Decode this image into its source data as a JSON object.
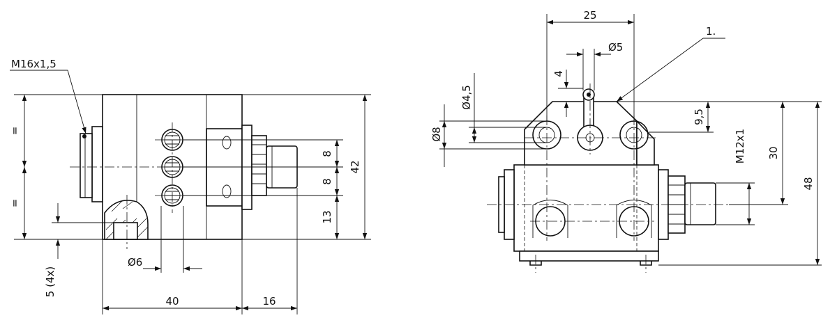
{
  "left_view": {
    "thread_label": "M16x1,5",
    "equal_top": "=",
    "equal_bottom": "=",
    "dim_hole_pitch_1": "8",
    "dim_hole_pitch_2": "8",
    "dim_hole_offset": "13",
    "dim_height": "42",
    "dim_mount_hole": "Ø6",
    "dim_step": "5 (4x)",
    "dim_body_width": "40",
    "dim_extension": "16"
  },
  "right_view": {
    "dim_top_width": "25",
    "callout_label": "1.",
    "dim_lever_diameter": "Ø5",
    "dim_lever_offset": "4",
    "dim_hole_45": "Ø4,5",
    "dim_hole_8": "Ø8",
    "dim_top_offset": "9,5",
    "dim_connector_thread": "M12x1",
    "dim_connector_height": "30",
    "dim_total_height": "48"
  }
}
